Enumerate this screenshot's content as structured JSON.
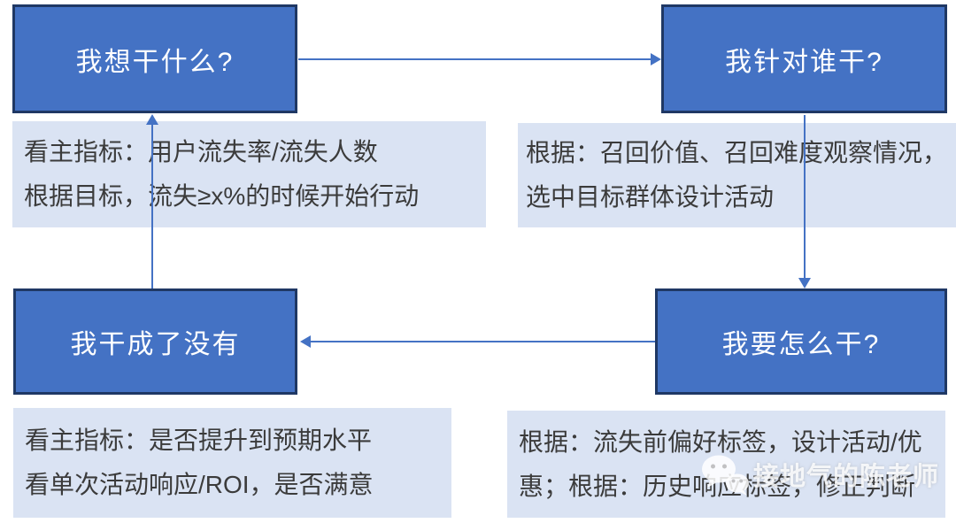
{
  "diagram": {
    "nodes": {
      "goal": {
        "label": "我想干什么?"
      },
      "target": {
        "label": "我针对谁干?"
      },
      "method": {
        "label": "我要怎么干?"
      },
      "result": {
        "label": "我干成了没有"
      }
    },
    "notes": {
      "goal": {
        "lines": [
          "看主指标：用户流失率/流失人数",
          "根据目标，流失≥x%的时候开始行动"
        ]
      },
      "target": {
        "lines": [
          "根据：召回价值、召回难度观察情况，",
          "选中目标群体设计活动"
        ]
      },
      "method": {
        "lines": [
          "根据：流失前偏好标签，设计活动/优",
          "惠；根据：历史响应标签，修正判断"
        ]
      },
      "result": {
        "lines": [
          "看主指标：是否提升到预期水平",
          "看单次活动响应/ROI，是否满意"
        ]
      }
    },
    "arrows": [
      {
        "from": "goal",
        "to": "target",
        "direction": "right"
      },
      {
        "from": "target",
        "to": "method",
        "direction": "down"
      },
      {
        "from": "method",
        "to": "result",
        "direction": "left"
      },
      {
        "from": "result",
        "to": "goal",
        "direction": "up"
      }
    ],
    "colors": {
      "node_fill": "#4472C4",
      "node_border": "#1F3864",
      "node_text": "#FFFFFF",
      "note_fill": "#DAE3F3",
      "note_text": "#3B3B3B",
      "arrow": "#4472C4"
    }
  },
  "watermark": {
    "icon": "wechat-icon",
    "label": "接地气的陈老师"
  }
}
